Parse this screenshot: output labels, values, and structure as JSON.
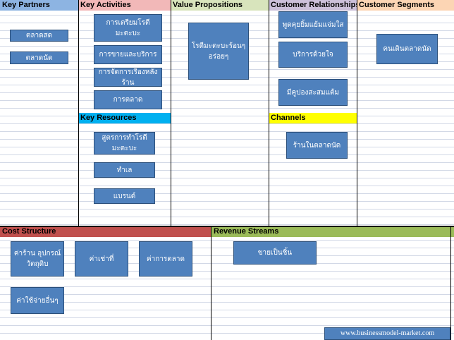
{
  "sections": {
    "key_partners": {
      "title": "Key Partners",
      "notes": [
        "ตลาดสด",
        "ตลาดนัด"
      ]
    },
    "key_activities": {
      "title": "Key Activities",
      "notes": [
        "การเตรียมโรตีมะตะบะ",
        "การขายและบริการ",
        "การจัดการเรื่องหลังร้าน",
        "การตลาด"
      ]
    },
    "key_resources": {
      "title": "Key Resources",
      "notes": [
        "สูตรการทำโรตีมะตะบะ",
        "ทำเล",
        "แบรนด์"
      ]
    },
    "value_propositions": {
      "title": "Value Propositions",
      "notes": [
        "โรตีมะตะบะร้อนๆ อร่อยๆ"
      ]
    },
    "customer_relationships": {
      "title": "Customer Relationships",
      "notes": [
        "พูดคุยยิ้มแย้มแจ่มใส",
        "บริการด้วยใจ",
        "มีคูปองสะสมแต้ม"
      ]
    },
    "channels": {
      "title": "Channels",
      "notes": [
        "ร้านในตลาดนัด"
      ]
    },
    "customer_segments": {
      "title": "Customer Segments",
      "notes": [
        "คนเดินตลาดนัด"
      ]
    },
    "cost_structure": {
      "title": "Cost Structure",
      "notes": [
        "ค่าร้าน อุปกรณ์ วัตถุดิบ",
        "ค่าเช่าที่",
        "ค่าการตลาด",
        "ค่าใช้จ่ายอื่นๆ"
      ]
    },
    "revenue_streams": {
      "title": "Revenue Streams",
      "notes": [
        "ขายเป็นชิ้น"
      ]
    }
  },
  "footer": {
    "text": "www.businessmodel-market.com"
  },
  "colors": {
    "key_partners_header": "#8db4e2",
    "key_activities_header": "#f2b8b8",
    "key_resources_header": "#00b0f0",
    "value_propositions_header": "#d8e4bc",
    "customer_relationships_header": "#ccc0da",
    "channels_header": "#ffff00",
    "customer_segments_header": "#fcd5b4",
    "cost_structure_header": "#c0504d",
    "revenue_streams_header": "#9bbb59",
    "note_fill": "#4f81bd"
  }
}
